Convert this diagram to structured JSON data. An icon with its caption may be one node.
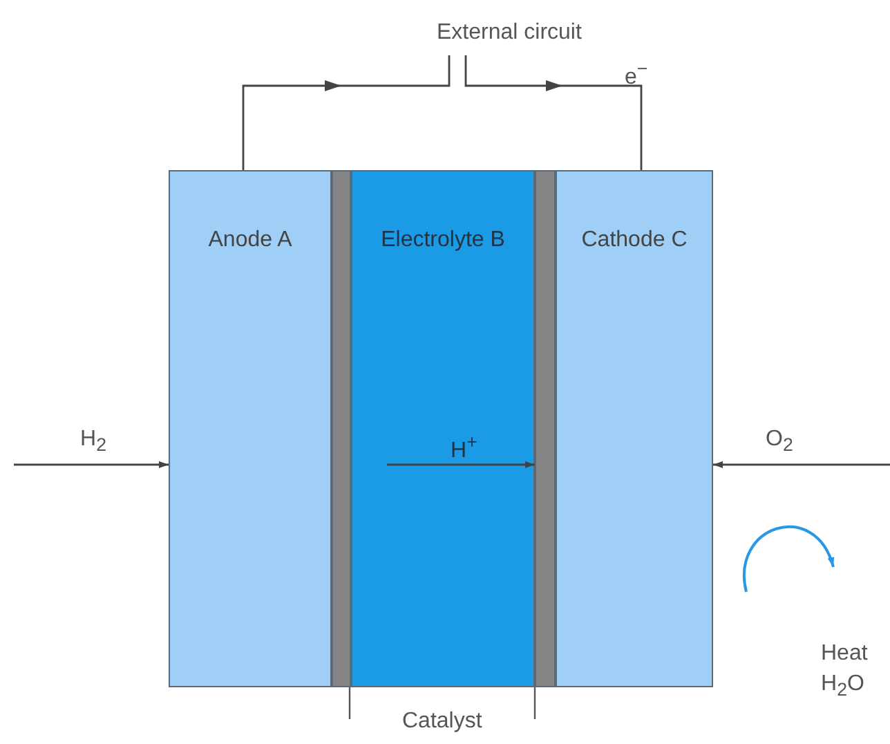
{
  "diagram": {
    "nodes": [
      {
        "text": [
          "Anode A"
        ]
      },
      {
        "text": [
          "Electrolyte B"
        ]
      },
      {
        "text": [
          "Cathode C"
        ]
      },
      {
        "text": [],
        "shape": "bar"
      },
      {
        "text": [],
        "shape": "bar"
      },
      {
        "text": [
          "Heat H$_{2}$O"
        ]
      }
    ],
    "edges": [
      {
        "from": null,
        "to": 0,
        "arrow": "to",
        "label": "H$_{2}$"
      },
      {
        "from": null,
        "to": 2,
        "arrow": "to",
        "label": "O$_{2}$"
      },
      {
        "from": 1,
        "to": 4,
        "arrow": "to",
        "label": "H$^{+}$"
      },
      {
        "from": 0,
        "to": 2,
        "arrow": "to",
        "label": "External circuit"
      },
      {
        "from": null,
        "to": 5,
        "arrow": "to",
        "color": "#2a96e6"
      }
    ],
    "labels": [
      "e$^{−}$",
      "Catalyst"
    ]
  }
}
